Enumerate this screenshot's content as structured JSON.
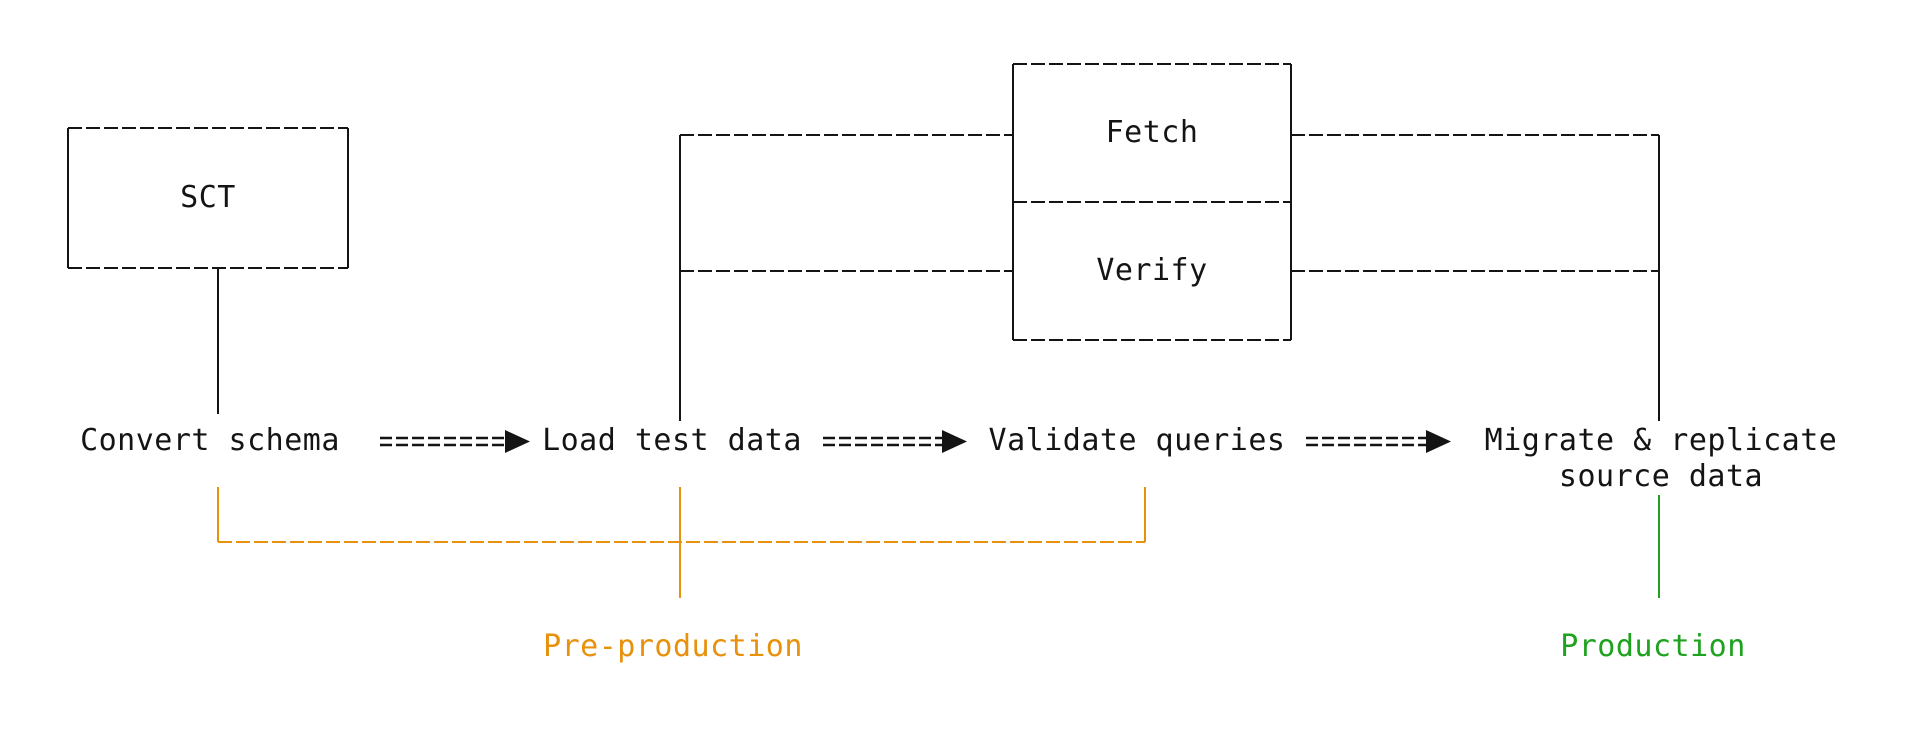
{
  "colors": {
    "ink": "#141414",
    "preprod": "#E8910D",
    "prod": "#1FA21F",
    "background": "#ffffff"
  },
  "boxes": {
    "sct": "SCT",
    "fetch": "Fetch",
    "verify": "Verify"
  },
  "steps": {
    "s1": "Convert schema",
    "s2": "Load test data",
    "s3": "Validate queries",
    "s4_line1": "Migrate & replicate",
    "s4_line2": "source data"
  },
  "phases": {
    "preproduction": "Pre-production",
    "production": "Production"
  }
}
